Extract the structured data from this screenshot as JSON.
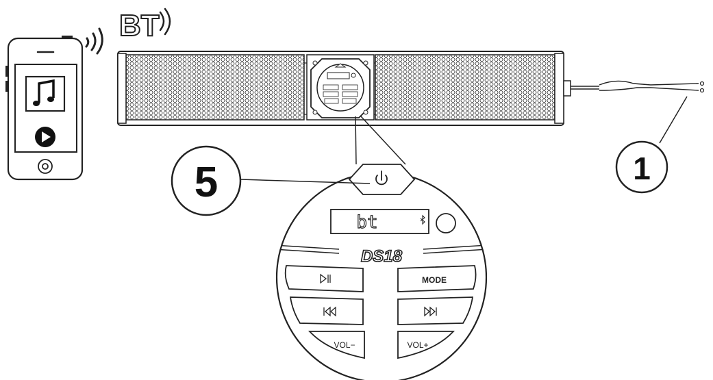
{
  "bt_logo": "BT",
  "callouts": [
    {
      "number": "5"
    },
    {
      "number": "1"
    }
  ],
  "display": {
    "text": "bt",
    "bluetooth_icon": "bluetooth-icon"
  },
  "brand": "DS18",
  "buttons": {
    "play_pause": {
      "icon": "play-pause-icon"
    },
    "mode": {
      "label": "MODE"
    },
    "previous": {
      "icon": "previous-track-icon"
    },
    "next": {
      "icon": "next-track-icon"
    },
    "vol_down": {
      "label": "VOL−"
    },
    "vol_up": {
      "label": "VOL+"
    },
    "power": {
      "icon": "power-icon"
    }
  },
  "phone": {
    "music_icon": "music-note-icon",
    "play_icon": "play-icon",
    "home_icon": "home-button-icon"
  }
}
